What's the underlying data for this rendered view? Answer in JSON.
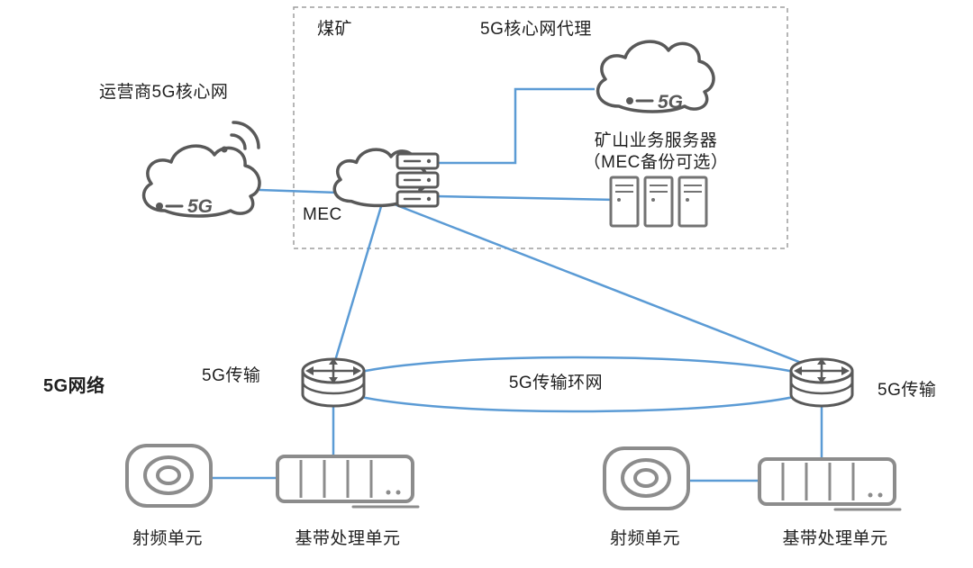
{
  "diagram": {
    "title_context": "coal-mine 5G network architecture diagram",
    "colors": {
      "connector_blue": "#5b9bd5",
      "icon_dark_gray": "#595959",
      "server_gray": "#737373",
      "device_light_gray": "#8c8c8c",
      "boundary_dash_gray": "#9e9e9e",
      "text": "#1f1f1f",
      "background": "#ffffff"
    },
    "labels": {
      "coal_mine": "煤矿",
      "core_proxy": "5G核心网代理",
      "operator_core": "运营商5G核心网",
      "mec": "MEC",
      "mine_servers_line1": "矿山业务服务器",
      "mine_servers_line2": "（MEC备份可选）",
      "network_5g": "5G网络",
      "transmission_left": "5G传输",
      "transmission_right": "5G传输",
      "ring_network": "5G传输环网",
      "rf_unit_left": "射频单元",
      "bbu_left": "基带处理单元",
      "rf_unit_right": "射频单元",
      "bbu_right": "基带处理单元",
      "cloud_badge_5g": "5G"
    }
  }
}
